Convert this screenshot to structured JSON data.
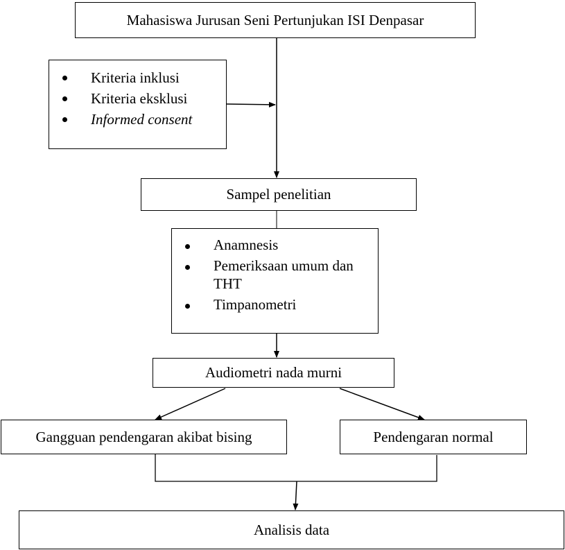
{
  "nodes": {
    "top": "Mahasiswa Jurusan Seni Pertunjukan ISI Denpasar",
    "criteria": [
      "Kriteria inklusi",
      "Kriteria eksklusi",
      "Informed consent"
    ],
    "sample": "Sampel penelitian",
    "exams": [
      "Anamnesis",
      "Pemeriksaan umum dan THT",
      "Timpanometri"
    ],
    "audiometry": "Audiometri nada murni",
    "nihl": "Gangguan pendengaran akibat bising",
    "normal": "Pendengaran normal",
    "analysis": "Analisis data"
  }
}
